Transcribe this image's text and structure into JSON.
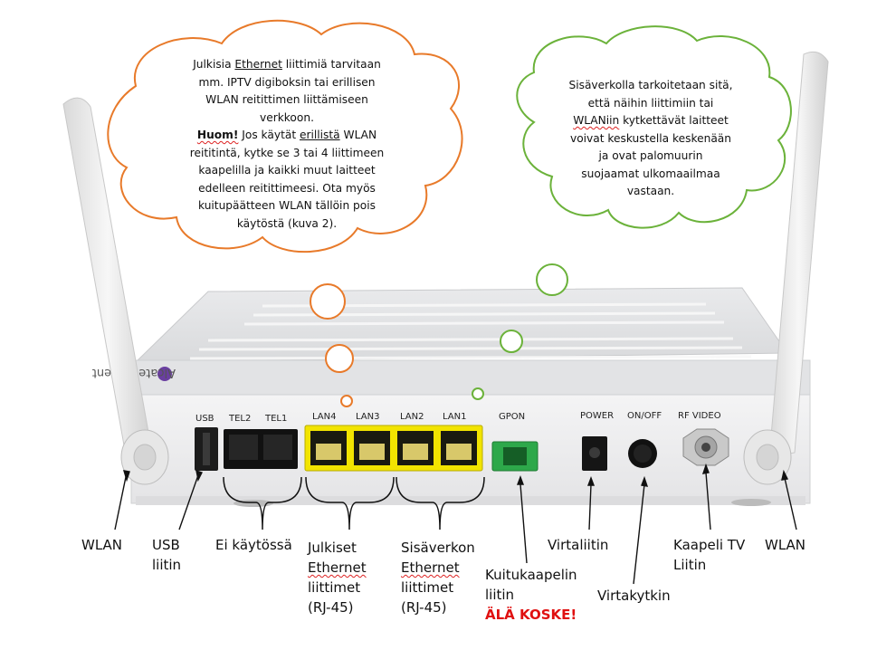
{
  "bubbles": {
    "public": {
      "l1": "Julkisia ",
      "l1b": "Ethernet",
      "l1c": " liittimiä tarvitaan",
      "l2": "mm. IPTV digiboksin tai erillisen",
      "l3": "WLAN reitittimen liittämiseen",
      "l4": "verkkoon.",
      "l5a": "Huom!",
      "l5b": " Jos käytät ",
      "l5c": "erillistä",
      "l5d": " WLAN",
      "l6": "reititintä, kytke se 3 tai 4 liittimeen",
      "l7": "kaapelilla ja kaikki muut laitteet",
      "l8": "edelleen reitittimeesi. Ota myös",
      "l9": "kuitupäätteen WLAN tällöin pois",
      "l10": "käytöstä (kuva 2)."
    },
    "private": {
      "l1": "Sisäverkolla tarkoitetaan sitä,",
      "l2": "että näihin liittimiin tai",
      "l3a": "WLANiin",
      "l3b": " kytkettävät laitteet",
      "l4": "voivat keskustella keskenään",
      "l5": "ja ovat palomuurin",
      "l6": "suojaamat ulkomaailmaa",
      "l7": "vastaan."
    },
    "public_color": "#e87a2a",
    "private_color": "#6bb23a"
  },
  "device": {
    "brand": "Alcatel·Lucent",
    "ports": {
      "usb": "USB",
      "tel2": "TEL2",
      "tel1": "TEL1",
      "lan4": "LAN4",
      "lan3": "LAN3",
      "lan2": "LAN2",
      "lan1": "LAN1",
      "gpon": "GPON",
      "power": "POWER",
      "onoff": "ON/OFF",
      "rfvideo": "RF VIDEO"
    },
    "lan_port_color": "#f2e400",
    "gpon_port_color": "#2da84a"
  },
  "labels": {
    "wlan_left": "WLAN",
    "usb": [
      "USB",
      "liitin"
    ],
    "not_used": "Ei käytössä",
    "public_eth": [
      "Julkiset",
      "Ethernet",
      "liittimet",
      "(RJ-45)"
    ],
    "private_eth": [
      "Sisäverkon",
      "Ethernet",
      "liittimet",
      "(RJ-45)"
    ],
    "fiber": [
      "Kuitukaapelin",
      "liitin"
    ],
    "fiber_warning": "ÄLÄ KOSKE!",
    "power_jack": "Virtaliitin",
    "power_switch": "Virtakytkin",
    "cable_tv": [
      "Kaapeli TV",
      "Liitin"
    ],
    "wlan_right": "WLAN"
  }
}
